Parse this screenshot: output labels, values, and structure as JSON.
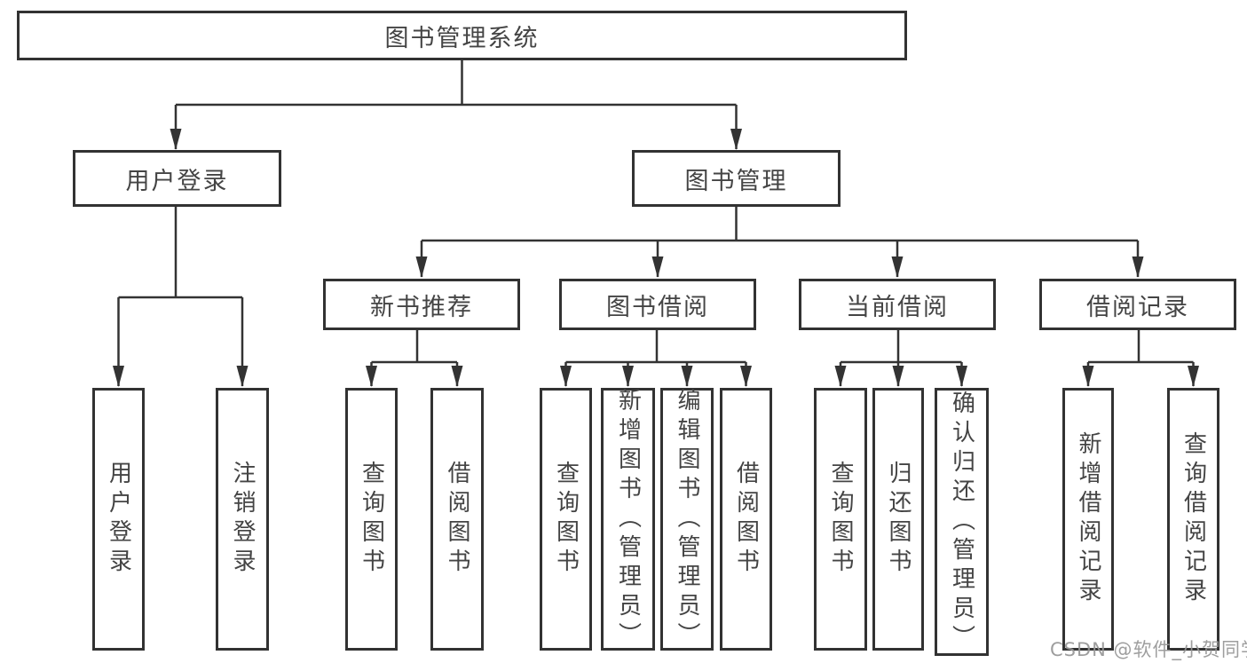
{
  "diagram": {
    "title": "图书管理系统",
    "nodes": {
      "root": {
        "label": "图书管理系统"
      },
      "level2": [
        {
          "label": "用户登录"
        },
        {
          "label": "图书管理"
        }
      ],
      "level3": [
        {
          "label": "新书推荐"
        },
        {
          "label": "图书借阅"
        },
        {
          "label": "当前借阅"
        },
        {
          "label": "借阅记录"
        }
      ],
      "leaves": [
        {
          "label": "用户登录"
        },
        {
          "label": "注销登录"
        },
        {
          "label": "查询图书"
        },
        {
          "label": "借阅图书"
        },
        {
          "label": "查询图书"
        },
        {
          "label": "新增图书（管理员）"
        },
        {
          "label": "编辑图书（管理员）"
        },
        {
          "label": "借阅图书"
        },
        {
          "label": "查询图书"
        },
        {
          "label": "归还图书"
        },
        {
          "label": "确认归还（管理员）"
        },
        {
          "label": "新增借阅记录"
        },
        {
          "label": "查询借阅记录"
        }
      ]
    },
    "edges_note": "root→level2; 用户登录→(用户登录,注销登录); 图书管理→level3; 新书推荐→(查询图书,借阅图书); 图书借阅→(查询图书,新增图书（管理员）,编辑图书（管理员）,借阅图书); 当前借阅→(查询图书,归还图书,确认归还（管理员）); 借阅记录→(新增借阅记录,查询借阅记录)"
  },
  "watermark": {
    "text": "CSDN @软件_小贺同学"
  },
  "colors": {
    "line": "#333333",
    "box_border": "#323232",
    "text": "#444444",
    "background": "#ffffff",
    "watermark": "#969696"
  }
}
